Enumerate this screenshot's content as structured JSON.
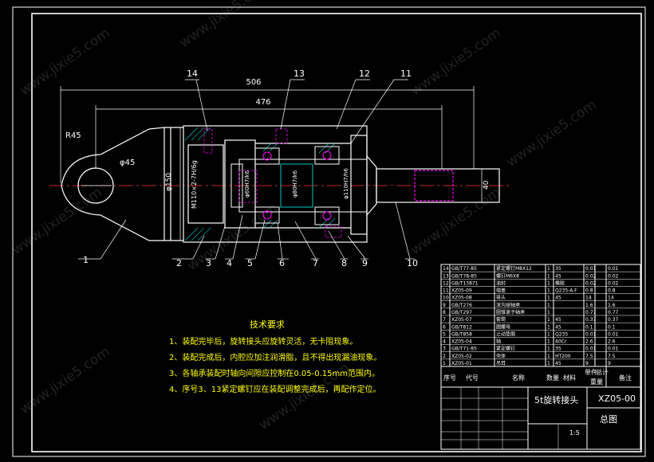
{
  "watermark": "www.jixie5.com",
  "labels": {
    "parts": [
      "1",
      "2",
      "3",
      "4",
      "5",
      "6",
      "7",
      "8",
      "9",
      "10",
      "11",
      "12",
      "13",
      "14"
    ],
    "dims": {
      "d506": "506",
      "d476": "476",
      "r45": "R45",
      "phi45": "φ45",
      "phi150": "φ150",
      "d40": "40",
      "thread": "M110×2-7H/6g",
      "fit1": "φ60H7/k6",
      "fit2": "φ80H7/k6",
      "fit3": "φ110H7/h6"
    }
  },
  "notes": {
    "title": "技术要求",
    "lines": [
      "1、装配完毕后，旋转接头应旋转灵活，无卡阻现象。",
      "2、装配完成后，内腔应加注润滑脂，且不得出现漏油现象。",
      "3、各轴承装配时轴向间隙应控制在0.05-0.15mm范围内。",
      "4、序号3、13紧定螺钉应在装配调整完成后，再配作定位。"
    ]
  },
  "bom": {
    "rows": [
      {
        "no": "14",
        "code": "GB/T77-85",
        "name": "紧定螺钉M8X12",
        "qty": "1",
        "mat": "35",
        "wt": "0.01",
        "note": "0.01"
      },
      {
        "no": "13",
        "code": "GB/T78-85",
        "name": "螺钉M6X8",
        "qty": "1",
        "mat": "45",
        "wt": "0.02",
        "note": "0.02"
      },
      {
        "no": "12",
        "code": "GB/T13871",
        "name": "油封",
        "qty": "1",
        "mat": "橡胶",
        "wt": "0.02",
        "note": "0.02"
      },
      {
        "no": "11",
        "code": "XZ05-09",
        "name": "端盖",
        "qty": "1",
        "mat": "Q235-A.F",
        "wt": "0.8",
        "note": "0.8"
      },
      {
        "no": "10",
        "code": "XZ05-08",
        "name": "接头",
        "qty": "1",
        "mat": "45",
        "wt": "14",
        "note": "14"
      },
      {
        "no": "9",
        "code": "GB/T276",
        "name": "深沟球轴承",
        "qty": "1",
        "mat": "",
        "wt": "1.6",
        "note": "1.6"
      },
      {
        "no": "8",
        "code": "GB/T297",
        "name": "圆锥滚子轴承",
        "qty": "1",
        "mat": "",
        "wt": "0.77",
        "note": "0.77"
      },
      {
        "no": "7",
        "code": "XZ05-07",
        "name": "套筒",
        "qty": "1",
        "mat": "45",
        "wt": "0.37",
        "note": "0.37"
      },
      {
        "no": "6",
        "code": "GB/T812",
        "name": "圆螺母",
        "qty": "1",
        "mat": "45",
        "wt": "0.1",
        "note": "0.1"
      },
      {
        "no": "5",
        "code": "GB/T858",
        "name": "止动垫圈",
        "qty": "1",
        "mat": "Q235",
        "wt": "0.01",
        "note": "0.01"
      },
      {
        "no": "4",
        "code": "XZ05-04",
        "name": "轴",
        "qty": "1",
        "mat": "40Cr",
        "wt": "2.6",
        "note": "2.6"
      },
      {
        "no": "3",
        "code": "GB/T71-85",
        "name": "紧定螺钉",
        "qty": "1",
        "mat": "35",
        "wt": "0.01",
        "note": "0.01"
      },
      {
        "no": "2",
        "code": "XZ05-02",
        "name": "壳体",
        "qty": "1",
        "mat": "HT200",
        "wt": "7.5",
        "note": "7.5"
      },
      {
        "no": "1",
        "code": "XZ05-01",
        "name": "吊耳",
        "qty": "1",
        "mat": "45",
        "wt": "9",
        "note": "9"
      }
    ],
    "headers": {
      "no": "序号",
      "code": "代号",
      "name": "名称",
      "qty": "数量",
      "mat": "材料",
      "wt": "单件",
      "total": "总计",
      "weight": "重量",
      "note": "备注"
    }
  },
  "titleblock": {
    "product": "5t旋转接头",
    "drawing_no": "XZ05-00",
    "sheet": "总图",
    "scale": "1:5"
  },
  "colors": {
    "frame": "#ffffff",
    "outline": "#ffffff",
    "hidden": "#ff00ff",
    "center": "#ff3333",
    "dim": "#ffffff",
    "hatch": "#00c8c8",
    "notes": "#ffff00"
  }
}
